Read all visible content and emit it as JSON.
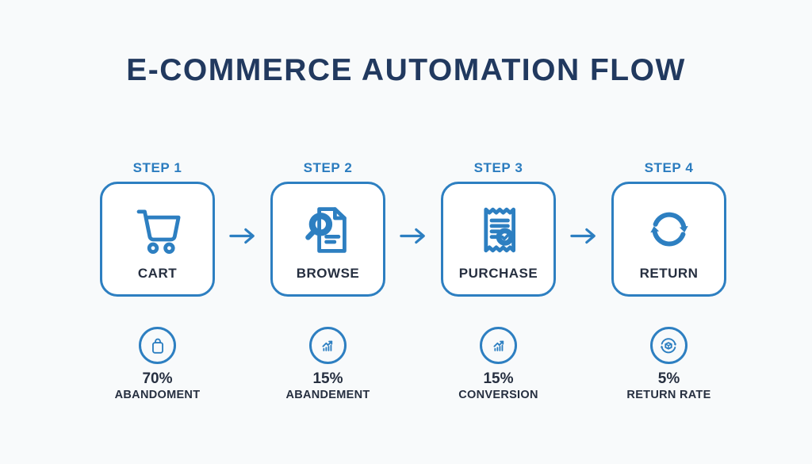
{
  "title": "E-COMMERCE AUTOMATION FLOW",
  "colors": {
    "accent_blue": "#2d7fc1",
    "title_navy": "#21395f",
    "text_dark": "#262f40",
    "background": "#f8fafb"
  },
  "steps": [
    {
      "step_label": "STEP 1",
      "name": "CART",
      "icon": "shopping-cart"
    },
    {
      "step_label": "STEP 2",
      "name": "BROWSE",
      "icon": "search-document"
    },
    {
      "step_label": "STEP 3",
      "name": "PURCHASE",
      "icon": "receipt-check"
    },
    {
      "step_label": "STEP 4",
      "name": "RETURN",
      "icon": "cycle-arrows"
    }
  ],
  "stats": [
    {
      "value": "70%",
      "label": "ABANDOMENT",
      "icon": "shopping-bag"
    },
    {
      "value": "15%",
      "label": "ABANDEMENT",
      "icon": "growth-chart"
    },
    {
      "value": "15%",
      "label": "CONVERSION",
      "icon": "growth-chart"
    },
    {
      "value": "5%",
      "label": "RETURN RATE",
      "icon": "package-return"
    }
  ]
}
